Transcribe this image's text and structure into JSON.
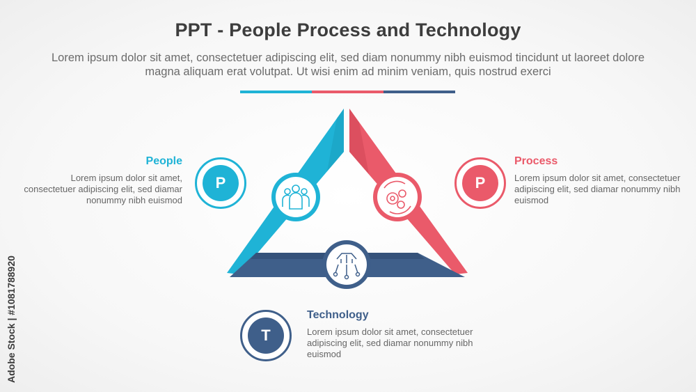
{
  "header": {
    "title": "PPT - People Process and Technology",
    "subtitle": "Lorem ipsum dolor sit amet, consectetuer adipiscing elit, sed diam nonummy nibh euismod tincidunt ut laoreet dolore magna aliquam erat volutpat. Ut wisi enim ad minim veniam, quis nostrud exerci"
  },
  "colors": {
    "people": "#1fb3d6",
    "process": "#ea5a6a",
    "technology": "#3f5f8a"
  },
  "items": [
    {
      "key": "people",
      "heading": "People",
      "letter": "P",
      "body": "Lorem ipsum dolor sit amet, consectetuer adipiscing elit, sed diamar nonummy nibh euismod",
      "icon": "people-group-icon"
    },
    {
      "key": "process",
      "heading": "Process",
      "letter": "P",
      "body": "Lorem ipsum dolor sit amet, consectetuer adipiscing elit, sed diamar nonummy nibh euismod",
      "icon": "gears-icon"
    },
    {
      "key": "technology",
      "heading": "Technology",
      "letter": "T",
      "body": "Lorem ipsum dolor sit amet, consectetuer adipiscing elit, sed diamar nonummy nibh euismod",
      "icon": "circuit-chip-icon"
    }
  ],
  "watermark": "Adobe Stock | #1081788920"
}
